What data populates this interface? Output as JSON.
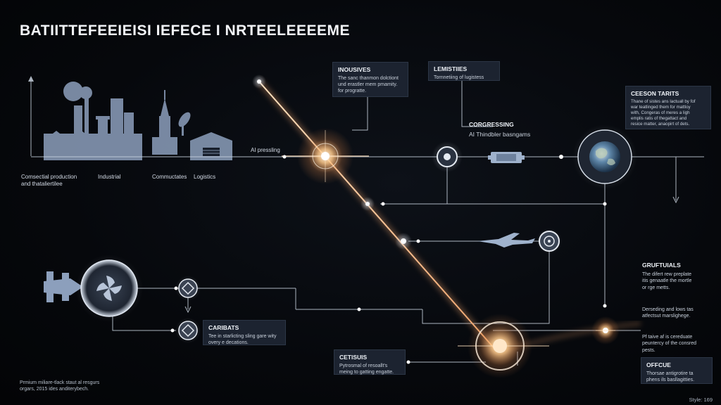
{
  "title": "BATIITTEFEEIEISI IEFECE I NRTEELEEEEME",
  "labels": {
    "commercial": "Comsectial production\nand thataliertilee",
    "industrial": "Industrial",
    "communicates": "Commuctates",
    "logistics": "Logistics",
    "ai_pressing": "AI pressling"
  },
  "boxes": {
    "inousives": {
      "heading": "INOUSIVES",
      "body": "The sanc thanmon dolctiont\nund erastler mem pmamity.\nfor progratte."
    },
    "lemisties": {
      "heading": "LEMISTIIES",
      "body": "Tornnetiing of lugistess"
    },
    "corgressing": {
      "heading": "CORGRESSING",
      "body": "AI Thindbler basngams"
    },
    "ceeson": {
      "heading": "CEESON TARITS",
      "body": "Thane of sistes ans lactuall by fof\nwar teatlinged them for mattloy\nwith, Congeras of meres a ligh\nemplis ratis of thegattact and\nresice matter, anaopirt of dets."
    },
    "caribats": {
      "heading": "CARIBATS",
      "body": "Tee in starlicting sling gare wity\novery e decations."
    },
    "cetisuis": {
      "heading": "CETISUIS",
      "body": "Pytrosmal of resoallt's\nmeing to gatting engatte."
    },
    "gruftuials": {
      "heading": "GRUFTUIALS",
      "body": "The difert rew preplate\nitis genaatle the mortle\nor rge metts."
    },
    "descending": {
      "heading": "",
      "body": "Derseding and lows tas\natfectsut marslighege."
    },
    "pf_value": {
      "heading": "",
      "body": "Pf taive af is cereduate\npeuntercy of the consred\npests."
    },
    "offcue": {
      "heading": "OFFCUE",
      "body": "Thorsae antigrotire ta\nphens ils basllagitties."
    }
  },
  "footer": "Prmium miliare-tlack staut al resgurs\norgars, 2015 ides anditerybech.",
  "version": "Style: 169",
  "colors": {
    "beam": "#f3b784",
    "accent": "#ffd9a8",
    "line": "#c9d3df",
    "box_bg": "#1c2330",
    "silhouette": "#8c9fbc"
  },
  "icons": [
    "factory-icon",
    "smokestack-icon",
    "antenna-tower-icon",
    "satellite-dish-icon",
    "warehouse-icon",
    "chip-icon",
    "fighter-jet-icon",
    "globe-icon",
    "spacecraft-icon",
    "radar-dish-icon",
    "node-icon",
    "starburst-icon"
  ]
}
